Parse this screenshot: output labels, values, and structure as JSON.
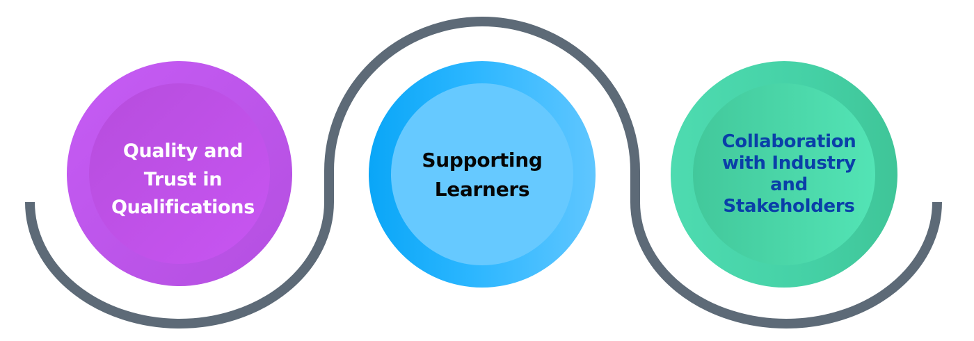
{
  "colors": {
    "connector": "#5d6a77",
    "circle_1": "#c65cf5",
    "circle_2": "#2bb6ff",
    "circle_3": "#4edbb0",
    "label_1": "#ffffff",
    "label_2": "#050505",
    "label_3": "#0a3fa8"
  },
  "steps": [
    {
      "label_lines": [
        "Quality and",
        "Trust in",
        "Qualifications"
      ]
    },
    {
      "label_lines": [
        "Supporting",
        "Learners"
      ]
    },
    {
      "label_lines": [
        "Collaboration",
        "with Industry",
        "and",
        "Stakeholders"
      ]
    }
  ]
}
